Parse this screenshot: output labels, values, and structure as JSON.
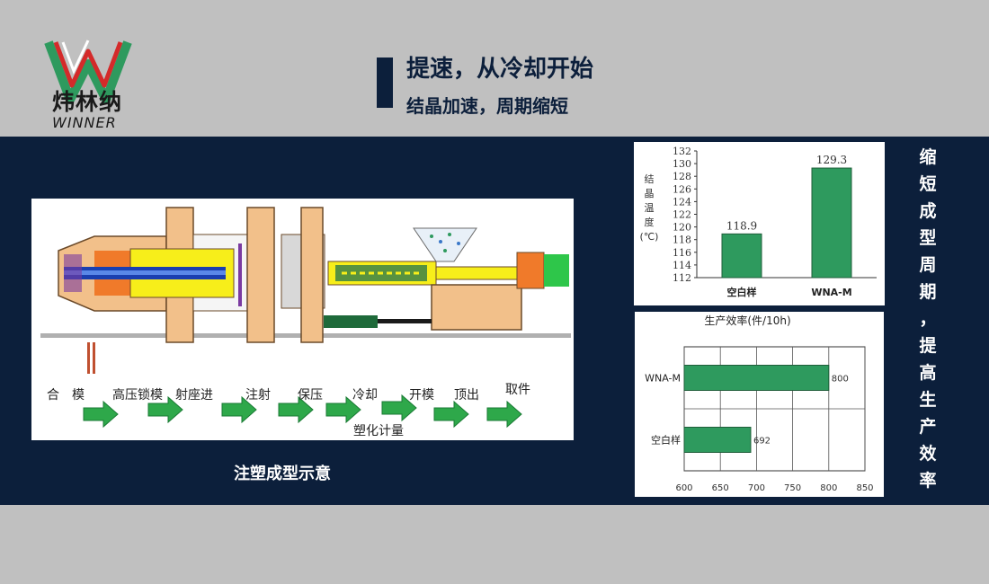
{
  "logo": {
    "name_cn": "炜林纳",
    "name_en": "WINNER"
  },
  "header": {
    "title": "提速，从冷却开始",
    "subtitle": "结晶加速，周期缩短"
  },
  "diagram": {
    "steps": [
      "合　模",
      "高压锁模",
      "射座进",
      "注射",
      "保压",
      "冷却",
      "开模",
      "顶出",
      "取件",
      "塑化计量"
    ],
    "caption": "注塑成型示意"
  },
  "chart_data": [
    {
      "type": "bar",
      "categories": [
        "空白样",
        "WNA-M"
      ],
      "values": [
        118.9,
        129.3
      ],
      "ylabel": "结晶温度(℃)",
      "ylim": [
        112,
        132
      ],
      "yticks": [
        112,
        114,
        116,
        118,
        120,
        122,
        124,
        126,
        128,
        130,
        132
      ],
      "bar_color": "#2e9a5e"
    },
    {
      "type": "bar",
      "orientation": "horizontal",
      "title": "生产效率(件/10h)",
      "categories": [
        "WNA-M",
        "空白样"
      ],
      "values": [
        800,
        692
      ],
      "xlim": [
        600,
        850
      ],
      "xticks": [
        600,
        650,
        700,
        750,
        800,
        850
      ],
      "grid": true,
      "bar_color": "#2e9a5e"
    }
  ],
  "side_text": [
    "缩",
    "短",
    "成",
    "型",
    "周",
    "期",
    "，",
    "提",
    "高",
    "生",
    "产",
    "效",
    "率"
  ],
  "colors": {
    "navy": "#0c1f3b",
    "gray": "#c0c0c0",
    "green": "#2e9a5e"
  }
}
